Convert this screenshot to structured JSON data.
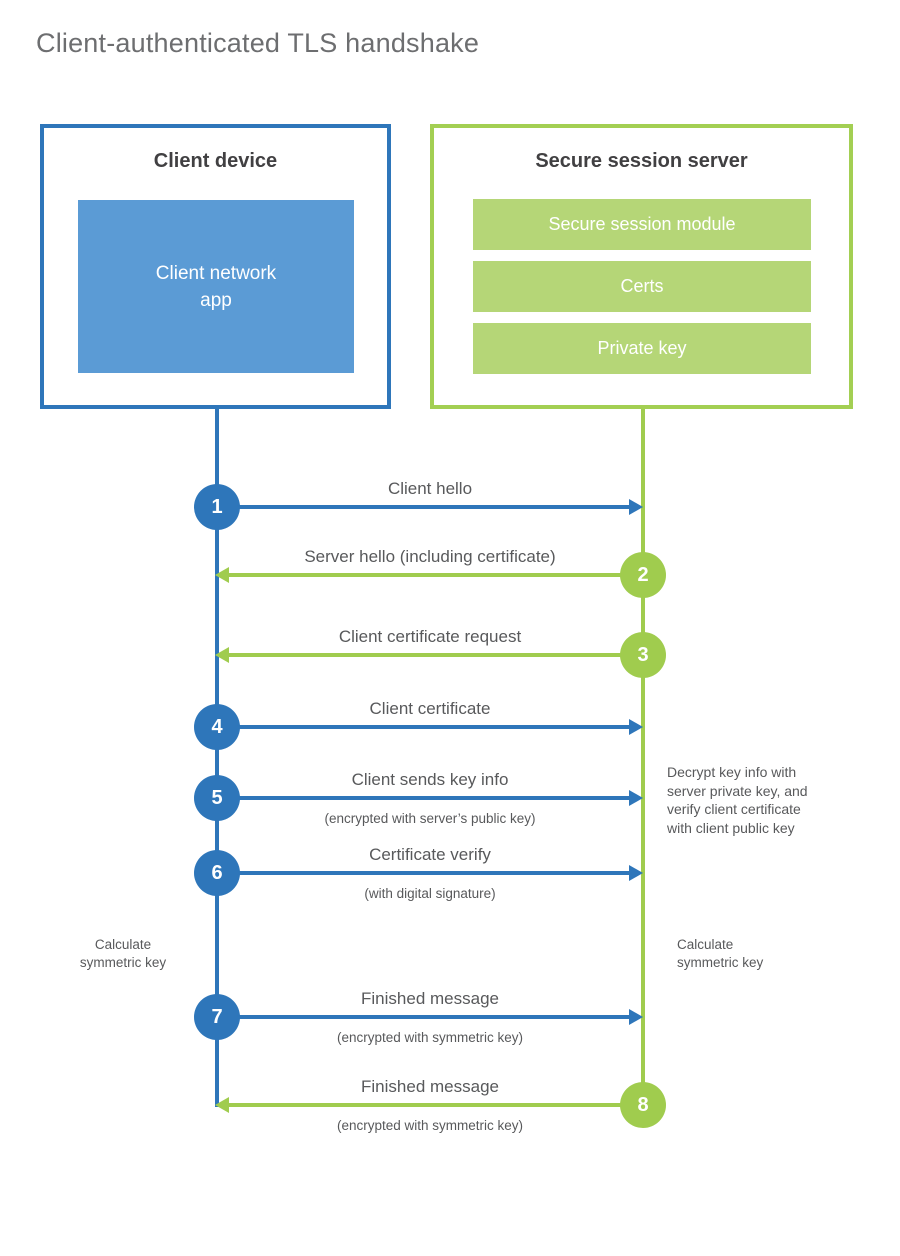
{
  "title": "Client-authenticated TLS handshake",
  "client": {
    "title": "Client device",
    "app_label": "Client network\napp"
  },
  "server": {
    "title": "Secure session server",
    "modules": [
      "Secure session module",
      "Certs",
      "Private key"
    ]
  },
  "steps": [
    {
      "num": "1",
      "from": "client",
      "to": "server",
      "label": "Client hello"
    },
    {
      "num": "2",
      "from": "server",
      "to": "client",
      "label": "Server hello (including certificate)"
    },
    {
      "num": "3",
      "from": "server",
      "to": "client",
      "label": "Client certificate request"
    },
    {
      "num": "4",
      "from": "client",
      "to": "server",
      "label": "Client certificate"
    },
    {
      "num": "5",
      "from": "client",
      "to": "server",
      "label": "Client sends key info",
      "sublabel": "(encrypted with server’s public key)"
    },
    {
      "num": "6",
      "from": "client",
      "to": "server",
      "label": "Certificate verify",
      "sublabel": "(with digital signature)"
    },
    {
      "num": "7",
      "from": "client",
      "to": "server",
      "label": "Finished message",
      "sublabel": "(encrypted with symmetric key)"
    },
    {
      "num": "8",
      "from": "server",
      "to": "client",
      "label": "Finished message",
      "sublabel": "(encrypted with symmetric key)"
    }
  ],
  "notes": {
    "server_decrypt": "Decrypt key info with\nserver private key, and\nverify client certificate\nwith client public key",
    "client_calculate": "Calculate\nsymmetric key",
    "server_calculate": "Calculate\nsymmetric key"
  },
  "colors": {
    "blue": "#2e76ba",
    "blue_fill": "#5b9bd5",
    "green": "#a0cc4e",
    "green_fill": "#b5d677",
    "heading_text": "#414042",
    "body_text": "#58595b",
    "title_text": "#6d6e70"
  }
}
